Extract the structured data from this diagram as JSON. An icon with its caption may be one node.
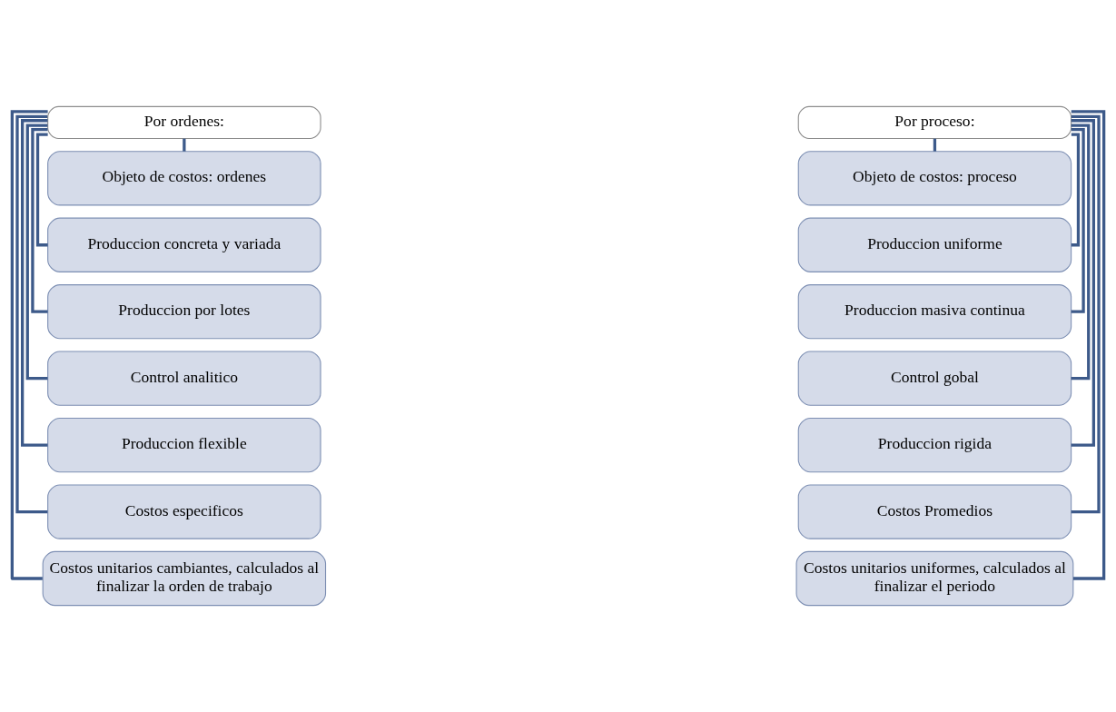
{
  "diagram": {
    "nodes": [
      {
        "text": [
          "Por ordenes:"
        ]
      },
      {
        "text": [
          "Objeto de costos: ordenes"
        ]
      },
      {
        "text": [
          "Produccion concreta y variada"
        ]
      },
      {
        "text": [
          "Produccion por lotes"
        ]
      },
      {
        "text": [
          "Control analitico"
        ]
      },
      {
        "text": [
          "Produccion flexible"
        ]
      },
      {
        "text": [
          "Costos especificos"
        ]
      },
      {
        "text": [
          "Costos unitarios cambiantes, calculados al finalizar la orden de trabajo"
        ]
      },
      {
        "text": [
          "Por proceso:"
        ]
      },
      {
        "text": [
          "Objeto de costos: proceso"
        ]
      },
      {
        "text": [
          "Produccion uniforme"
        ]
      },
      {
        "text": [
          "Produccion masiva continua"
        ]
      },
      {
        "text": [
          "Control gobal"
        ]
      },
      {
        "text": [
          "Produccion rigida"
        ]
      },
      {
        "text": [
          "Costos Promedios"
        ]
      },
      {
        "text": [
          "Costos unitarios uniformes, calculados al finalizar el periodo"
        ]
      }
    ],
    "edges": [
      {
        "from": 0,
        "to": 1,
        "arrow": "none"
      },
      {
        "from": 0,
        "to": 2,
        "arrow": "none"
      },
      {
        "from": 0,
        "to": 3,
        "arrow": "none"
      },
      {
        "from": 0,
        "to": 4,
        "arrow": "none"
      },
      {
        "from": 0,
        "to": 5,
        "arrow": "none"
      },
      {
        "from": 0,
        "to": 6,
        "arrow": "none"
      },
      {
        "from": 0,
        "to": 7,
        "arrow": "none"
      },
      {
        "from": 8,
        "to": 9,
        "arrow": "none"
      },
      {
        "from": 8,
        "to": 10,
        "arrow": "none"
      },
      {
        "from": 8,
        "to": 11,
        "arrow": "none"
      },
      {
        "from": 8,
        "to": 12,
        "arrow": "none"
      },
      {
        "from": 8,
        "to": 13,
        "arrow": "none"
      },
      {
        "from": 8,
        "to": 14,
        "arrow": "none"
      },
      {
        "from": 8,
        "to": 15,
        "arrow": "none"
      }
    ]
  }
}
